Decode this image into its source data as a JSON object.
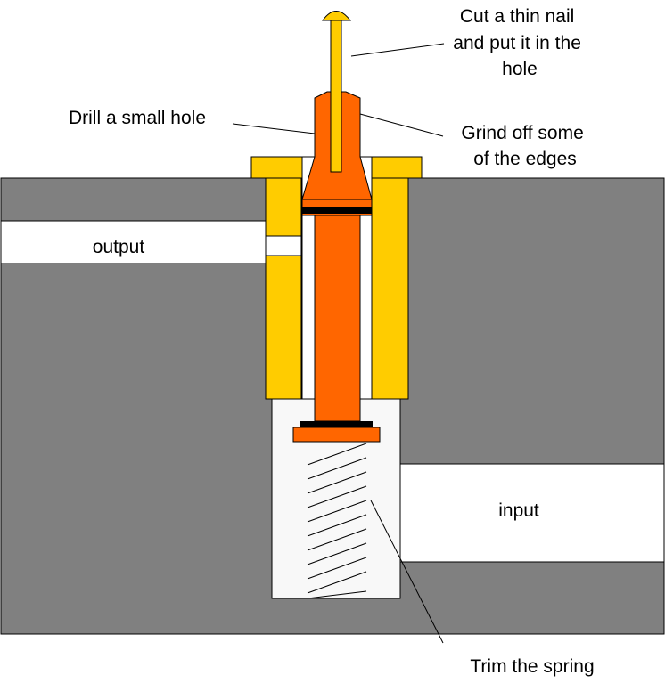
{
  "labels": {
    "nail": [
      "Cut a thin nail",
      "and put it in the",
      "hole"
    ],
    "drill": "Drill a small hole",
    "grind": [
      "Grind off some",
      "of the edges"
    ],
    "output": "output",
    "input": "input",
    "spring": "Trim the spring"
  },
  "colors": {
    "body": "#808080",
    "brass": "#FFCC00",
    "piston": "#FF6600",
    "seal": "#000000",
    "cavity": "#F8F8F8",
    "port": "#FFFFFF",
    "outline": "#000000"
  }
}
